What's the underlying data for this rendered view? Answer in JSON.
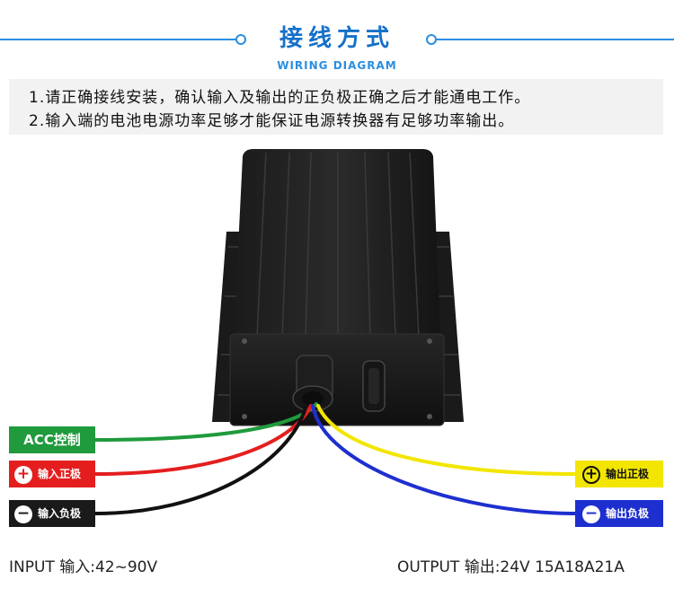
{
  "header": {
    "title": "接线方式",
    "subtitle": "WIRING DIAGRAM"
  },
  "notes": [
    "1.请正确接线安装，确认输入及输出的正负极正确之后才能通电工作。",
    "2.输入端的电池电源功率足够才能保证电源转换器有足够功率输出。"
  ],
  "labels": {
    "acc": "ACC控制",
    "input_pos": "输入正极",
    "input_neg": "输入负极",
    "output_pos": "输出正极",
    "output_neg": "输出负极",
    "plus_symbol": "+",
    "minus_symbol": "−"
  },
  "footer": {
    "input_spec": "INPUT 输入:42~90V",
    "output_spec": "OUTPUT  输出:24V 15A18A21A"
  },
  "colors": {
    "accent": "#1570c8",
    "acc_label": "#1f9a3c",
    "input_pos_label": "#e41e1e",
    "input_neg_label": "#1a1a1a",
    "output_pos_label": "#f2e600",
    "output_neg_label": "#1e2fd0",
    "wire_green": "#1f9a3c",
    "wire_red": "#e41e1e",
    "wire_black": "#111111",
    "wire_yellow": "#f2e600",
    "wire_blue": "#1e2fd0"
  }
}
